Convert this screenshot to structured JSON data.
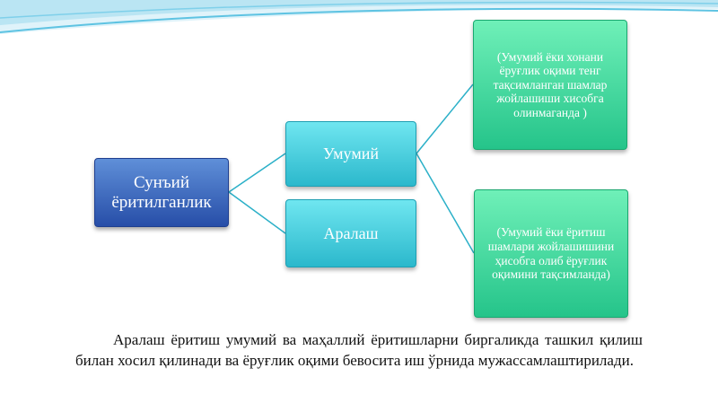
{
  "diagram": {
    "root": "Сунъий ёритилганлик",
    "branches": [
      "Умумий",
      "Аралаш"
    ],
    "leaves": [
      "(Умумий ёки хонани ёруғлик оқими тенг тақсимланган шамлар жойлашиши хисобга олинмаганда )",
      "(Умумий ёки ёритиш шамлари жойлашишини ҳисобга олиб ёруғлик оқимини тақсимланда)"
    ]
  },
  "paragraph": "Аралаш ёритиш умумий ва маҳаллий ёритишларни биргаликда ташкил қилиш билан хосил қилинади ва ёруғлик оқими бевосита иш ўрнида мужассамлаштирилади.",
  "colors": {
    "root": "#3a66c4",
    "branch": "#3cc8d8",
    "leaf": "#3ad89c",
    "connector": "#2bb0c8"
  }
}
